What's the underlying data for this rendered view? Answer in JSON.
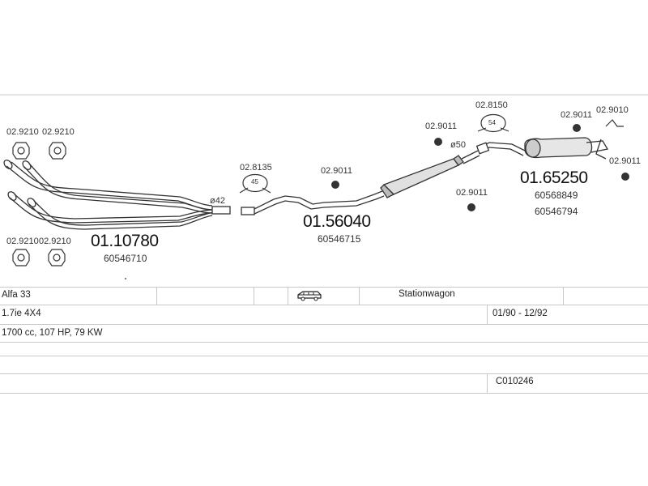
{
  "diagram": {
    "labels": {
      "clamp_top_left_1": "02.9210",
      "clamp_top_left_2": "02.9210",
      "clamp_bot_left_1": "02.9210",
      "clamp_bot_left_2": "02.9210",
      "front_pipe_code": "01.10780",
      "front_pipe_oe": "60546710",
      "diameter_42": "ø42",
      "gasket_45_code": "02.8135",
      "gasket_45_size": "45",
      "middle_rubber_code": "02.9011",
      "middle_code": "01.56040",
      "middle_oe": "60546715",
      "mid_rubber_top_code": "02.9011",
      "diameter_50": "ø50",
      "mid_rubber_low_code": "02.9011",
      "gasket_54_code": "02.8150",
      "gasket_54_size": "54",
      "rear_rubber_top_code": "02.9011",
      "bracket_code": "02.9010",
      "rear_rubber_right_code": "02.9011",
      "rear_code": "01.65250",
      "rear_oe_1": "60568849",
      "rear_oe_2": "60546794"
    }
  },
  "vehicle": {
    "model": "Alfa 33",
    "body": "Stationwagon",
    "engine": "1.7ie 4X4",
    "years": "01/90 - 12/92",
    "specs": "1700 cc, 107 HP, 79 KW",
    "catalog_code": "C010246",
    "body_icon": "car-icon"
  }
}
